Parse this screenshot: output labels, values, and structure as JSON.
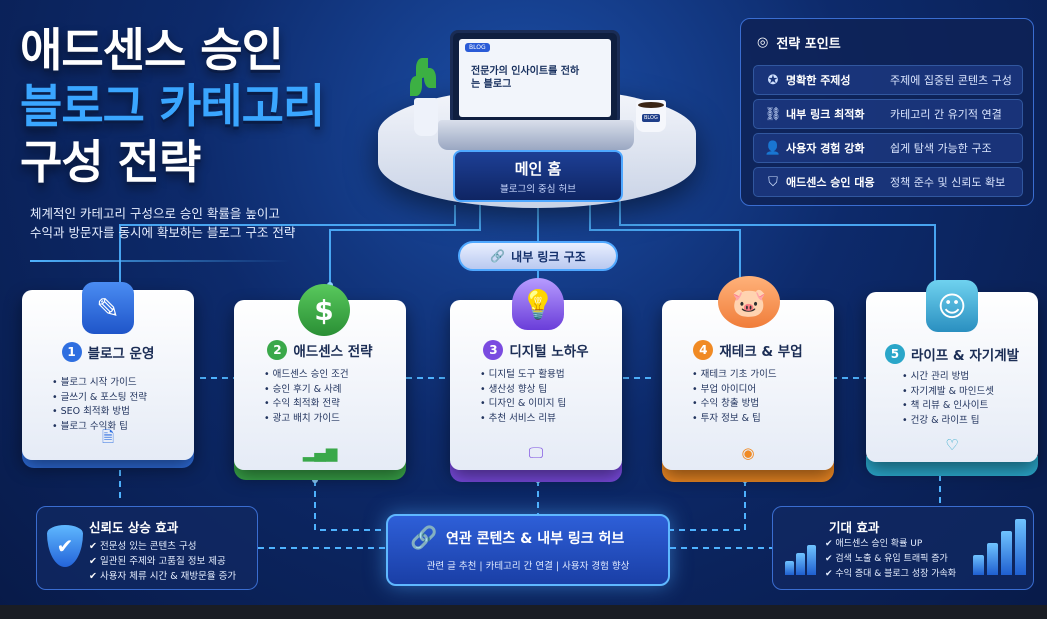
{
  "title": {
    "line1": "애드센스 승인",
    "line2": "블로그 카테고리",
    "line3": "구성 전략"
  },
  "subtitle": {
    "line1": "체계적인 카테고리 구성으로 승인 확률을 높이고",
    "line2": "수익과 방문자를 동시에 확보하는 블로그 구조 전략"
  },
  "laptop": {
    "tag": "BLOG",
    "screen_text": "전문가의 인사이트를 전하는 블로그",
    "mug_label": "BLOG"
  },
  "main_home": {
    "title": "메인 홈",
    "subtitle": "블로그의 중심 허브"
  },
  "internal_link": {
    "label": "내부 링크 구조"
  },
  "strategy": {
    "title": "전략 포인트",
    "rows": [
      {
        "icon": "target-icon",
        "key": "명확한 주제성",
        "value": "주제에 집중된 콘텐츠 구성"
      },
      {
        "icon": "link-icon",
        "key": "내부 링크 최적화",
        "value": "카테고리 간 유기적 연결"
      },
      {
        "icon": "user-icon",
        "key": "사용자 경험 강화",
        "value": "쉽게 탐색 가능한 구조"
      },
      {
        "icon": "shield-check-icon",
        "key": "애드센스 승인 대응",
        "value": "정책 준수 및 신뢰도 확보"
      }
    ]
  },
  "categories": [
    {
      "num": "1",
      "title": "블로그 운영",
      "color": "#2f6fe0",
      "items": [
        "블로그 시작 가이드",
        "글쓰기 & 포스팅 전략",
        "SEO 최적화 방법",
        "블로그 수익화 팁"
      ],
      "icon": "document-pen-icon",
      "foot": "document-icon"
    },
    {
      "num": "2",
      "title": "애드센스 전략",
      "color": "#3aa84a",
      "items": [
        "애드센스 승인 조건",
        "승인 후기 & 사례",
        "수익 최적화 전략",
        "광고 배치 가이드"
      ],
      "icon": "dollar-icon",
      "foot": "bar-chart-icon"
    },
    {
      "num": "3",
      "title": "디지털 노하우",
      "color": "#7a4be0",
      "items": [
        "디지털 도구 활용법",
        "생산성 향상 팁",
        "디자인 & 이미지 팁",
        "추천 서비스 리뷰"
      ],
      "icon": "lightbulb-icon",
      "foot": "monitor-icon"
    },
    {
      "num": "4",
      "title": "재테크 & 부업",
      "color": "#f08a24",
      "items": [
        "재테크 기초 가이드",
        "부업 아이디어",
        "수익 창출 방법",
        "투자 정보 & 팁"
      ],
      "icon": "piggy-bank-icon",
      "foot": "coins-icon"
    },
    {
      "num": "5",
      "title": "라이프 & 자기계발",
      "color": "#2aa6c9",
      "items": [
        "시간 관리 방법",
        "자기계발 & 마인드셋",
        "책 리뷰 & 인사이트",
        "건강 & 라이프 팁"
      ],
      "icon": "person-icon",
      "foot": "heart-icon"
    }
  ],
  "trust": {
    "title": "신뢰도 상승 효과",
    "items": [
      "전문성 있는 콘텐츠 구성",
      "일관된 주제와 고품질 정보 제공",
      "사용자 체류 시간 & 재방문율 증가"
    ]
  },
  "hub": {
    "title": "연관 콘텐츠 & 내부 링크 허브",
    "subtitle": "관련 글 추천  |  카테고리 간 연결  |  사용자 경험 향상"
  },
  "effect": {
    "title": "기대 효과",
    "items": [
      "애드센스 승인 확률 UP",
      "검색 노출 & 유입 트래픽 증가",
      "수익 증대 & 블로그 성장 가속화"
    ]
  },
  "colors": {
    "accent": "#3aa6ff",
    "bg": "#0d2a6b"
  }
}
